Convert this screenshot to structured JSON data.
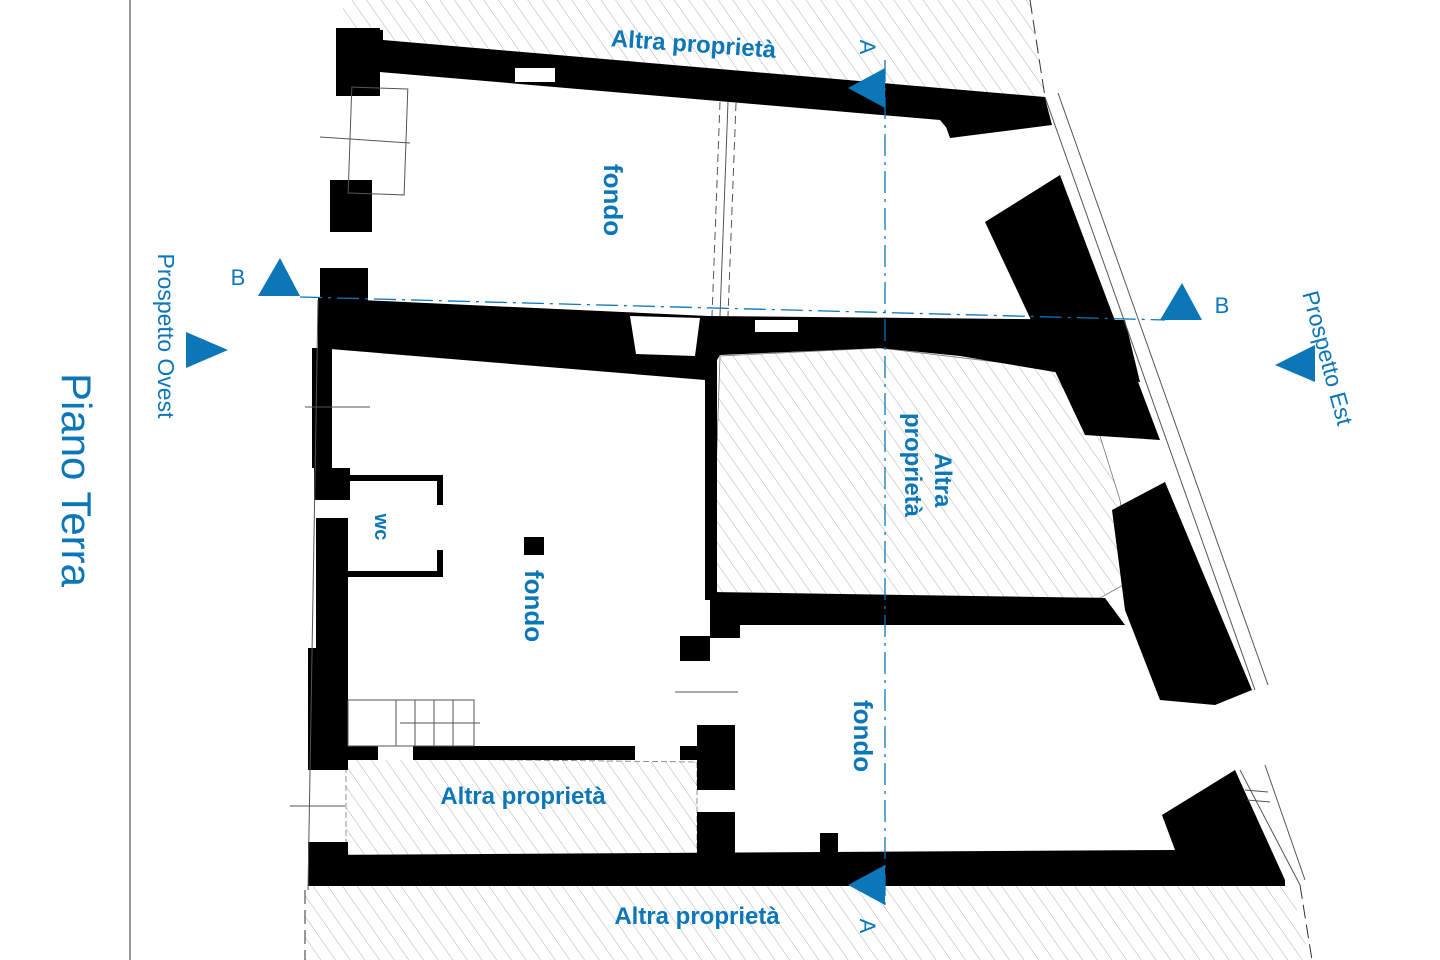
{
  "title": "Piano Terra",
  "labels": {
    "neighbor_top": "Altra proprietà",
    "neighbor_middle_line1": "Altra",
    "neighbor_middle_line2": "proprietà",
    "neighbor_bottom_room": "Altra proprietà",
    "neighbor_bottom": "Altra proprietà",
    "room_upper": "fondo",
    "room_lower_left": "fondo",
    "room_lower_right": "fondo",
    "wc": "wc"
  },
  "elevations": {
    "west": "Prospetto Ovest",
    "east": "Prospetto Est"
  },
  "sections": {
    "a_top": "A",
    "a_bottom": "A",
    "b_left": "B",
    "b_right": "B"
  },
  "colors": {
    "accent": "#0b76b8",
    "walls": "#000000"
  }
}
